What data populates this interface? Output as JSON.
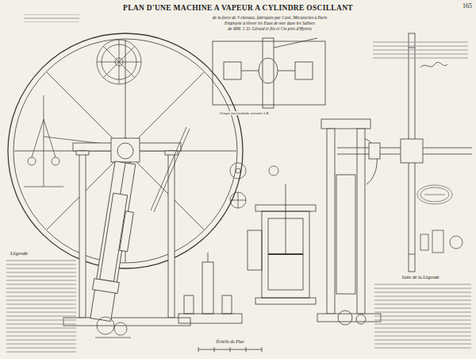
{
  "diagram": {
    "title": "PLAN D'UNE MACHINE A VAPEUR A CYLINDRE OSCILLANT",
    "labels": [
      "165",
      "de la force de 3 chevaux, fabriquée par Cavé, Mécanicien à Paris",
      "Employée à élever les Eaux de mer dans les Salines",
      "de MM. J. D. Gérard et fils et Cie près d'Hyères",
      "Légende",
      "Suite de la Légende",
      "Échelle du Plan",
      "Coupe horizontale suivant A B"
    ]
  }
}
